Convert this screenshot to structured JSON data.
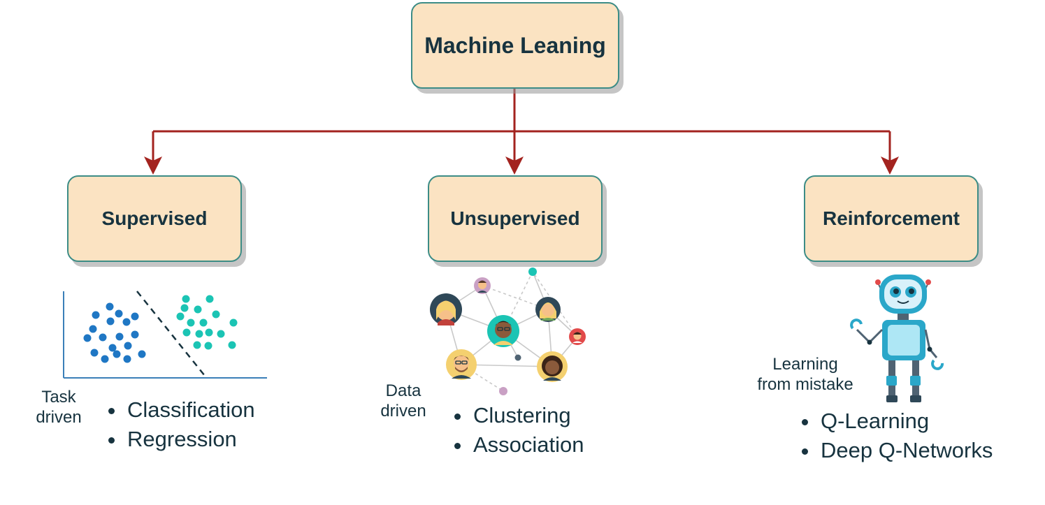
{
  "root": {
    "label": "Machine Leaning"
  },
  "branches": [
    {
      "label": "Supervised",
      "caption_line1": "Task",
      "caption_line2": "driven",
      "items": [
        "Classification",
        "Regression"
      ]
    },
    {
      "label": "Unsupervised",
      "caption_line1": "Data",
      "caption_line2": "driven",
      "items": [
        "Clustering",
        "Association"
      ]
    },
    {
      "label": "Reinforcement",
      "caption_line1": "Learning",
      "caption_line2": "from mistake",
      "items": [
        "Q-Learning",
        "Deep Q-Networks"
      ]
    }
  ],
  "colors": {
    "box_fill": "#fbe3c2",
    "box_border": "#3c8c86",
    "connector": "#a3231f",
    "text": "#17333f",
    "class_a_points": "#1f77c4",
    "class_b_points": "#1bc4b4"
  },
  "icons": [
    "scatter-plot-icon",
    "social-network-icon",
    "robot-icon"
  ]
}
